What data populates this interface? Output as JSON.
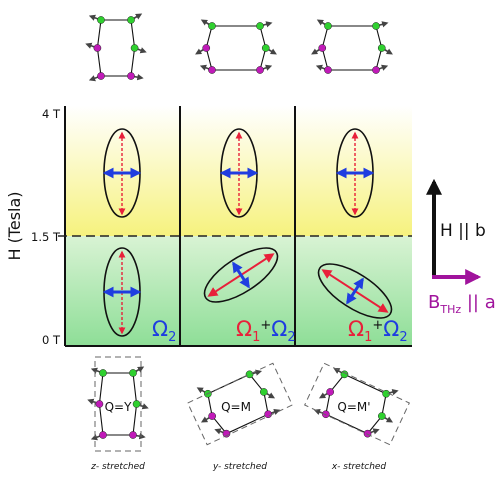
{
  "axis": {
    "ylabel": "H (Tesla)",
    "ticks": [
      "4 T",
      "1.5 T",
      "0 T"
    ]
  },
  "modes": {
    "panel1": {
      "omega": "Ω",
      "sub": "2"
    },
    "panel2": {
      "omega1": "Ω",
      "sub1": "1",
      "plus": "+",
      "omega2": "Ω",
      "sub2": "2"
    },
    "panel3": {
      "omega1": "Ω",
      "sub1": "1",
      "plus": "+",
      "omega2": "Ω",
      "sub2": "2"
    }
  },
  "legend": {
    "field_label": "H || b",
    "thz_label_main": "B",
    "thz_label_sub": "THz",
    "thz_label_tail": " || a"
  },
  "structures": [
    {
      "q_label": "Q=Y",
      "caption": "z- stretched"
    },
    {
      "q_label": "Q=M",
      "caption": "y- stretched"
    },
    {
      "q_label": "Q=M'",
      "caption": "x- stretched"
    }
  ],
  "colors": {
    "red": "#e8203a",
    "blue": "#1f3de0",
    "green_atom": "#2fd02f",
    "magenta_atom": "#c01ab8",
    "legend_arrow": "#a0139c",
    "high_field_fill": "#f5f07a",
    "low_field_fill": "#8fdf96"
  }
}
